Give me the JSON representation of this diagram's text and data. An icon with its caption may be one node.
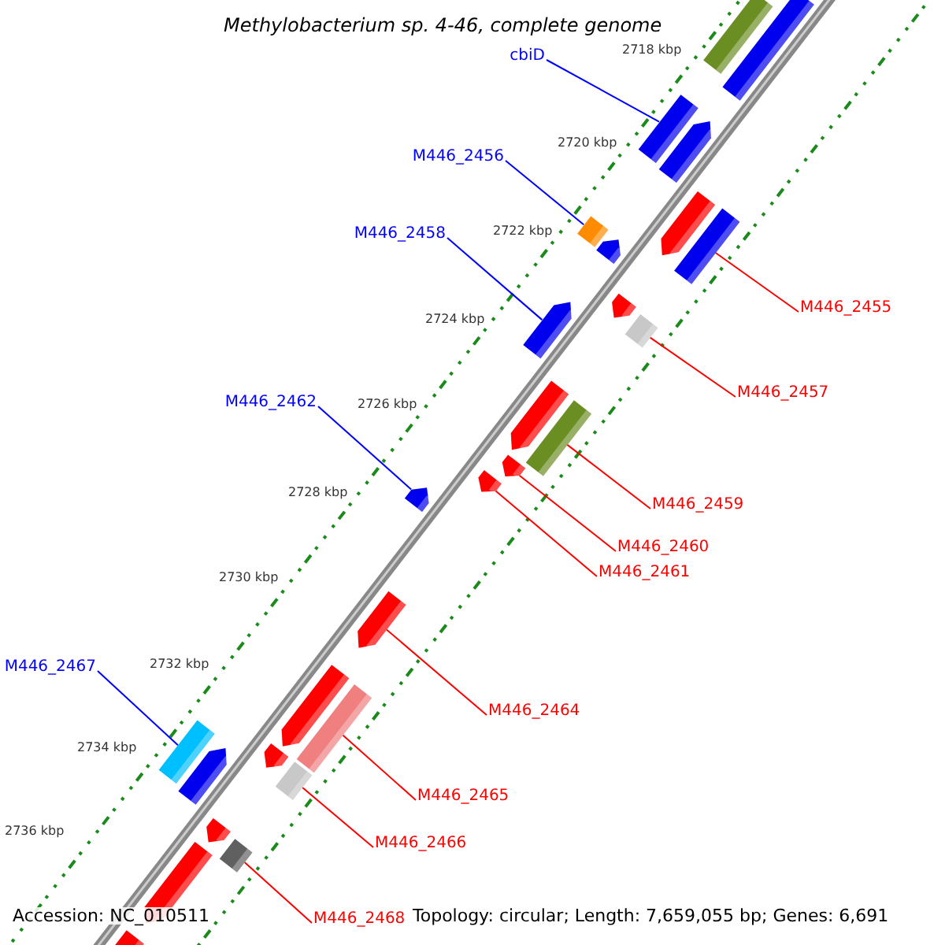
{
  "diagram": {
    "title": "Methylobacterium sp. 4-46, complete genome",
    "nodes": [
      {
        "text": [
          "cbiD"
        ]
      },
      {
        "text": [
          "M446_2456"
        ]
      },
      {
        "text": [
          "M446_2458"
        ]
      },
      {
        "text": [
          "M446_2455"
        ]
      },
      {
        "text": [
          "M446_2457"
        ]
      },
      {
        "text": [
          "M446_2462"
        ]
      },
      {
        "text": [
          "M446_2459"
        ]
      },
      {
        "text": [
          "M446_2460"
        ]
      },
      {
        "text": [
          "M446_2461"
        ]
      },
      {
        "text": [
          "M446_2467"
        ]
      },
      {
        "text": [
          "M446_2464"
        ]
      },
      {
        "text": [
          "M446_2465"
        ]
      },
      {
        "text": [
          "M446_2466"
        ]
      },
      {
        "text": [
          "M446_2468"
        ]
      },
      {
        "text": [],
        "shape": "bar"
      },
      {
        "text": [],
        "shape": "bar"
      },
      {
        "text": [],
        "shape": "bar"
      },
      {
        "text": [],
        "shape": "bar"
      },
      {
        "text": [],
        "shape": "bar"
      },
      {
        "text": [],
        "shape": "bar"
      },
      {
        "text": [],
        "shape": "bar"
      },
      {
        "text": [],
        "shape": "bar"
      },
      {
        "text": [],
        "shape": "bar"
      },
      {
        "text": [],
        "shape": "bar"
      },
      {
        "text": [],
        "shape": "bar"
      },
      {
        "text": [],
        "shape": "bar"
      },
      {
        "text": [],
        "shape": "bar"
      },
      {
        "text": [],
        "shape": "bar"
      },
      {
        "text": [],
        "shape": "bar"
      },
      {
        "text": [],
        "shape": "bar"
      },
      {
        "text": [],
        "shape": "bar"
      },
      {
        "text": [],
        "shape": "bar"
      },
      {
        "text": [],
        "shape": "bar"
      },
      {
        "text": [],
        "shape": "bar"
      },
      {
        "text": [],
        "shape": "bar"
      },
      {
        "text": [],
        "shape": "bar"
      },
      {
        "text": [],
        "shape": "bar"
      },
      {
        "text": [],
        "shape": "bar"
      },
      {
        "text": [],
        "shape": "bar"
      },
      {
        "text": [],
        "shape": "bar"
      },
      {
        "text": [],
        "shape": "bar"
      }
    ],
    "edges": [
      {
        "from": 0,
        "to": 14,
        "arrow": "none",
        "color": "#0000ff"
      },
      {
        "from": 1,
        "to": 15,
        "arrow": "none",
        "color": "#0000ff"
      },
      {
        "from": 2,
        "to": 16,
        "arrow": "none",
        "color": "#0000ff"
      },
      {
        "from": 3,
        "to": 17,
        "arrow": "none"
      },
      {
        "from": 4,
        "to": 18,
        "arrow": "none"
      },
      {
        "from": 5,
        "to": 19,
        "arrow": "none",
        "color": "#0000ff"
      },
      {
        "from": 6,
        "to": 20,
        "arrow": "none"
      },
      {
        "from": 7,
        "to": 21,
        "arrow": "none"
      },
      {
        "from": 8,
        "to": 22,
        "arrow": "none"
      },
      {
        "from": 9,
        "to": 23,
        "arrow": "none",
        "color": "#0000ff"
      },
      {
        "from": 10,
        "to": 24,
        "arrow": "none"
      },
      {
        "from": 11,
        "to": 25,
        "arrow": "none"
      },
      {
        "from": 12,
        "to": 26,
        "arrow": "none"
      },
      {
        "from": 13,
        "to": 27,
        "arrow": "none"
      }
    ],
    "labels": [
      "2718 kbp",
      "2720 kbp",
      "2722 kbp",
      "2724 kbp",
      "2726 kbp",
      "2728 kbp",
      "2730 kbp",
      "2732 kbp",
      "2734 kbp",
      "2736 kbp",
      "Accession: NC_010511",
      "Topology: circular; Length: 7,659,055 bp; Genes: 6,691"
    ]
  }
}
